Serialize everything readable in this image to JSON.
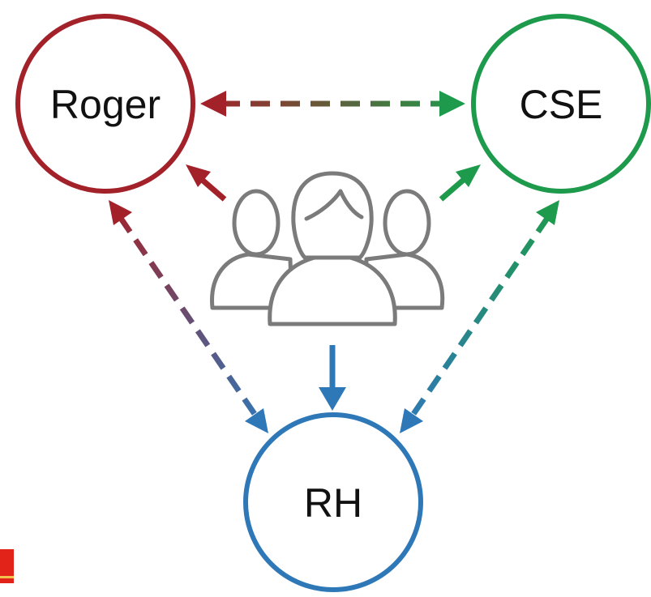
{
  "diagram": {
    "nodes": {
      "roger": {
        "label": "Roger",
        "color": "#a3222a"
      },
      "cse": {
        "label": "CSE",
        "color": "#1e9a4c"
      },
      "rh": {
        "label": "RH",
        "color": "#2f78b8"
      }
    },
    "people_icon": {
      "name": "people-group-icon",
      "color": "#7b7b7b"
    },
    "edges": [
      {
        "from": "roger",
        "to": "cse",
        "style": "dashed",
        "arrows": "both"
      },
      {
        "from": "roger",
        "to": "rh",
        "style": "dashed",
        "arrows": "both"
      },
      {
        "from": "cse",
        "to": "rh",
        "style": "dashed",
        "arrows": "both"
      },
      {
        "from": "people",
        "to": "roger",
        "style": "solid",
        "arrows": "end"
      },
      {
        "from": "people",
        "to": "cse",
        "style": "solid",
        "arrows": "end"
      },
      {
        "from": "people",
        "to": "rh",
        "style": "solid",
        "arrows": "end"
      }
    ]
  },
  "corner_badge": {
    "color": "#e2231a"
  }
}
